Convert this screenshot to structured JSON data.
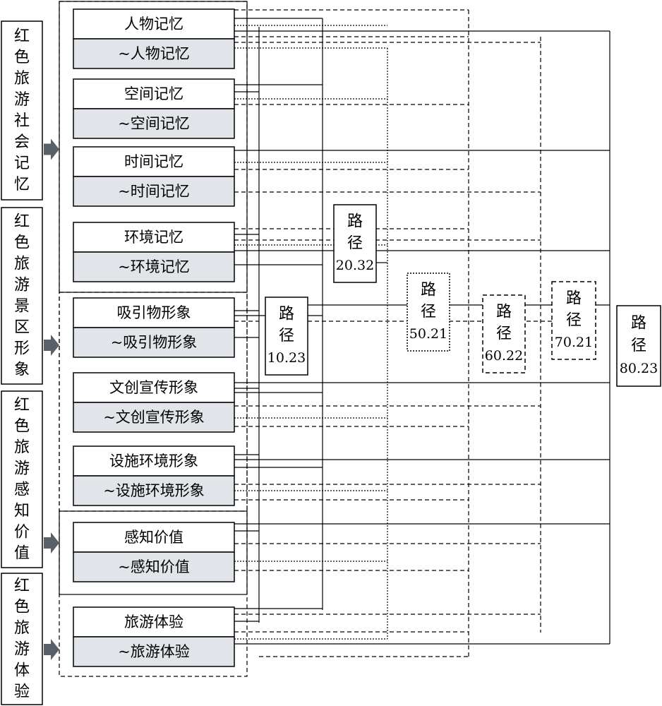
{
  "categories": [
    {
      "id": "social_memory",
      "label": "红色旅游社会记忆",
      "chars": [
        "红",
        "色",
        "旅",
        "游",
        "社",
        "会",
        "记",
        "忆"
      ]
    },
    {
      "id": "scenic_image",
      "label": "红色旅游景区形象",
      "chars": [
        "红",
        "色",
        "旅",
        "游",
        "景",
        "区",
        "形",
        "象"
      ]
    },
    {
      "id": "perceived_value",
      "label": "红色旅游感知价值",
      "chars": [
        "红",
        "色",
        "旅",
        "游",
        "感",
        "知",
        "价",
        "值"
      ]
    },
    {
      "id": "experience",
      "label": "红色旅游体验",
      "chars": [
        "红",
        "色",
        "旅",
        "游",
        "体",
        "验"
      ]
    }
  ],
  "variables": [
    {
      "id": "v1",
      "label": "人物记忆",
      "neg_label": "~人物记忆"
    },
    {
      "id": "v2",
      "label": "空间记忆",
      "neg_label": "~空间记忆"
    },
    {
      "id": "v3",
      "label": "时间记忆",
      "neg_label": "~时间记忆"
    },
    {
      "id": "v4",
      "label": "环境记忆",
      "neg_label": "~环境记忆"
    },
    {
      "id": "v5",
      "label": "吸引物形象",
      "neg_label": "~吸引物形象"
    },
    {
      "id": "v6",
      "label": "文创宣传形象",
      "neg_label": "~文创宣传形象"
    },
    {
      "id": "v7",
      "label": "设施环境形象",
      "neg_label": "~设施环境形象"
    },
    {
      "id": "v8",
      "label": "感知价值",
      "neg_label": "~感知价值"
    },
    {
      "id": "v9",
      "label": "旅游体验",
      "neg_label": "~旅游体验"
    }
  ],
  "paths": [
    {
      "id": "p1",
      "label_top": "路",
      "label_mid": "径",
      "label_num": "10.23",
      "style": "solid"
    },
    {
      "id": "p2",
      "label_top": "路",
      "label_mid": "径",
      "label_num": "20.32",
      "style": "solid"
    },
    {
      "id": "p5",
      "label_top": "路",
      "label_mid": "径",
      "label_num": "50.21",
      "style": "dotted"
    },
    {
      "id": "p6",
      "label_top": "路",
      "label_mid": "径",
      "label_num": "60.22",
      "style": "dashed"
    },
    {
      "id": "p7",
      "label_top": "路",
      "label_mid": "径",
      "label_num": "70.21",
      "style": "dashed"
    },
    {
      "id": "p8",
      "label_top": "路",
      "label_mid": "径",
      "label_num": "80.23",
      "style": "solid"
    }
  ],
  "colors": {
    "stroke": "#000000",
    "negative_fill": "#e1e4e8",
    "arrow_fill": "#5a6068",
    "background": "#ffffff"
  }
}
